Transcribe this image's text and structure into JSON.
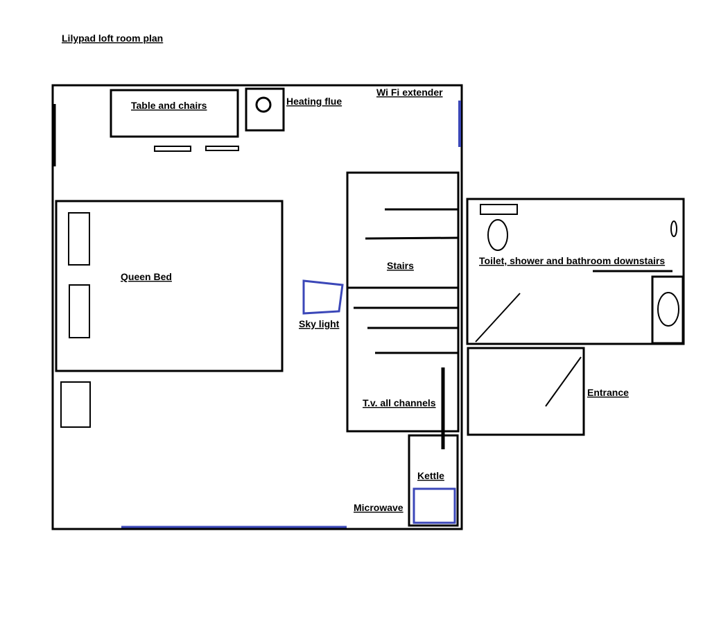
{
  "title": "Lilypad loft room plan",
  "labels": {
    "table": "Table and chairs",
    "heating": "Heating flue",
    "wifi": "Wi Fi extender",
    "bed": "Queen Bed",
    "stairs": "Stairs",
    "skylight": "Sky light",
    "tv": "T.v. all channels",
    "kettle": "Kettle",
    "microwave": "Microwave",
    "bathroom": "Toilet, shower and bathroom downstairs",
    "entrance": "Entrance"
  },
  "colors": {
    "line": "#000000",
    "accent_blue": "#3b47b8",
    "background": "#ffffff"
  }
}
